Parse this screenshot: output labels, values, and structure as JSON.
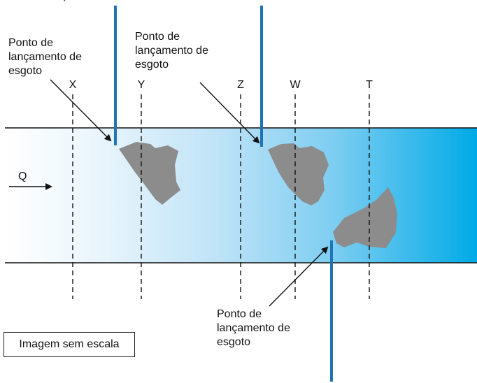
{
  "labels": {
    "top_left_fragment": "a)",
    "discharge_point_1": [
      "Ponto de",
      "lançamento de",
      "esgoto"
    ],
    "discharge_point_2": [
      "Ponto de",
      "lançamento de",
      "esgoto"
    ],
    "discharge_point_3": [
      "Ponto de",
      "lançamento de",
      "esgoto"
    ],
    "flow": "Q",
    "sections": [
      "X",
      "Y",
      "Z",
      "W",
      "T"
    ]
  },
  "caption": "Imagem sem escala",
  "colors": {
    "river_start": "#ffffff",
    "river_end": "#00aae6",
    "discharge_pipe": "#1f74b5",
    "plume": "#8c8c8c",
    "lines": "#111111"
  }
}
